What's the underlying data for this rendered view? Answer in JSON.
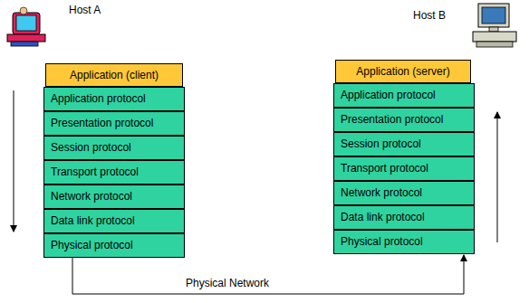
{
  "diagram": {
    "nodes": [
      {
        "text": [
          "Application (client)"
        ]
      },
      {
        "text": [
          "Application protocol"
        ]
      },
      {
        "text": [
          "Presentation protocol"
        ]
      },
      {
        "text": [
          "Session protocol"
        ]
      },
      {
        "text": [
          "Transport protocol"
        ]
      },
      {
        "text": [
          "Network protocol"
        ]
      },
      {
        "text": [
          "Data link protocol"
        ]
      },
      {
        "text": [
          "Physical protocol"
        ]
      },
      {
        "text": [
          "Application (server)"
        ]
      },
      {
        "text": [
          "Application protocol"
        ]
      },
      {
        "text": [
          "Presentation protocol"
        ]
      },
      {
        "text": [
          "Session protocol"
        ]
      },
      {
        "text": [
          "Transport protocol"
        ]
      },
      {
        "text": [
          "Network protocol"
        ]
      },
      {
        "text": [
          "Data link protocol"
        ]
      },
      {
        "text": [
          "Physical protocol"
        ]
      }
    ],
    "edges": [
      {
        "from": 7,
        "to": 15,
        "arrow": "to"
      }
    ],
    "labels": [
      "Host A",
      "Host B",
      "Physical Network"
    ]
  }
}
